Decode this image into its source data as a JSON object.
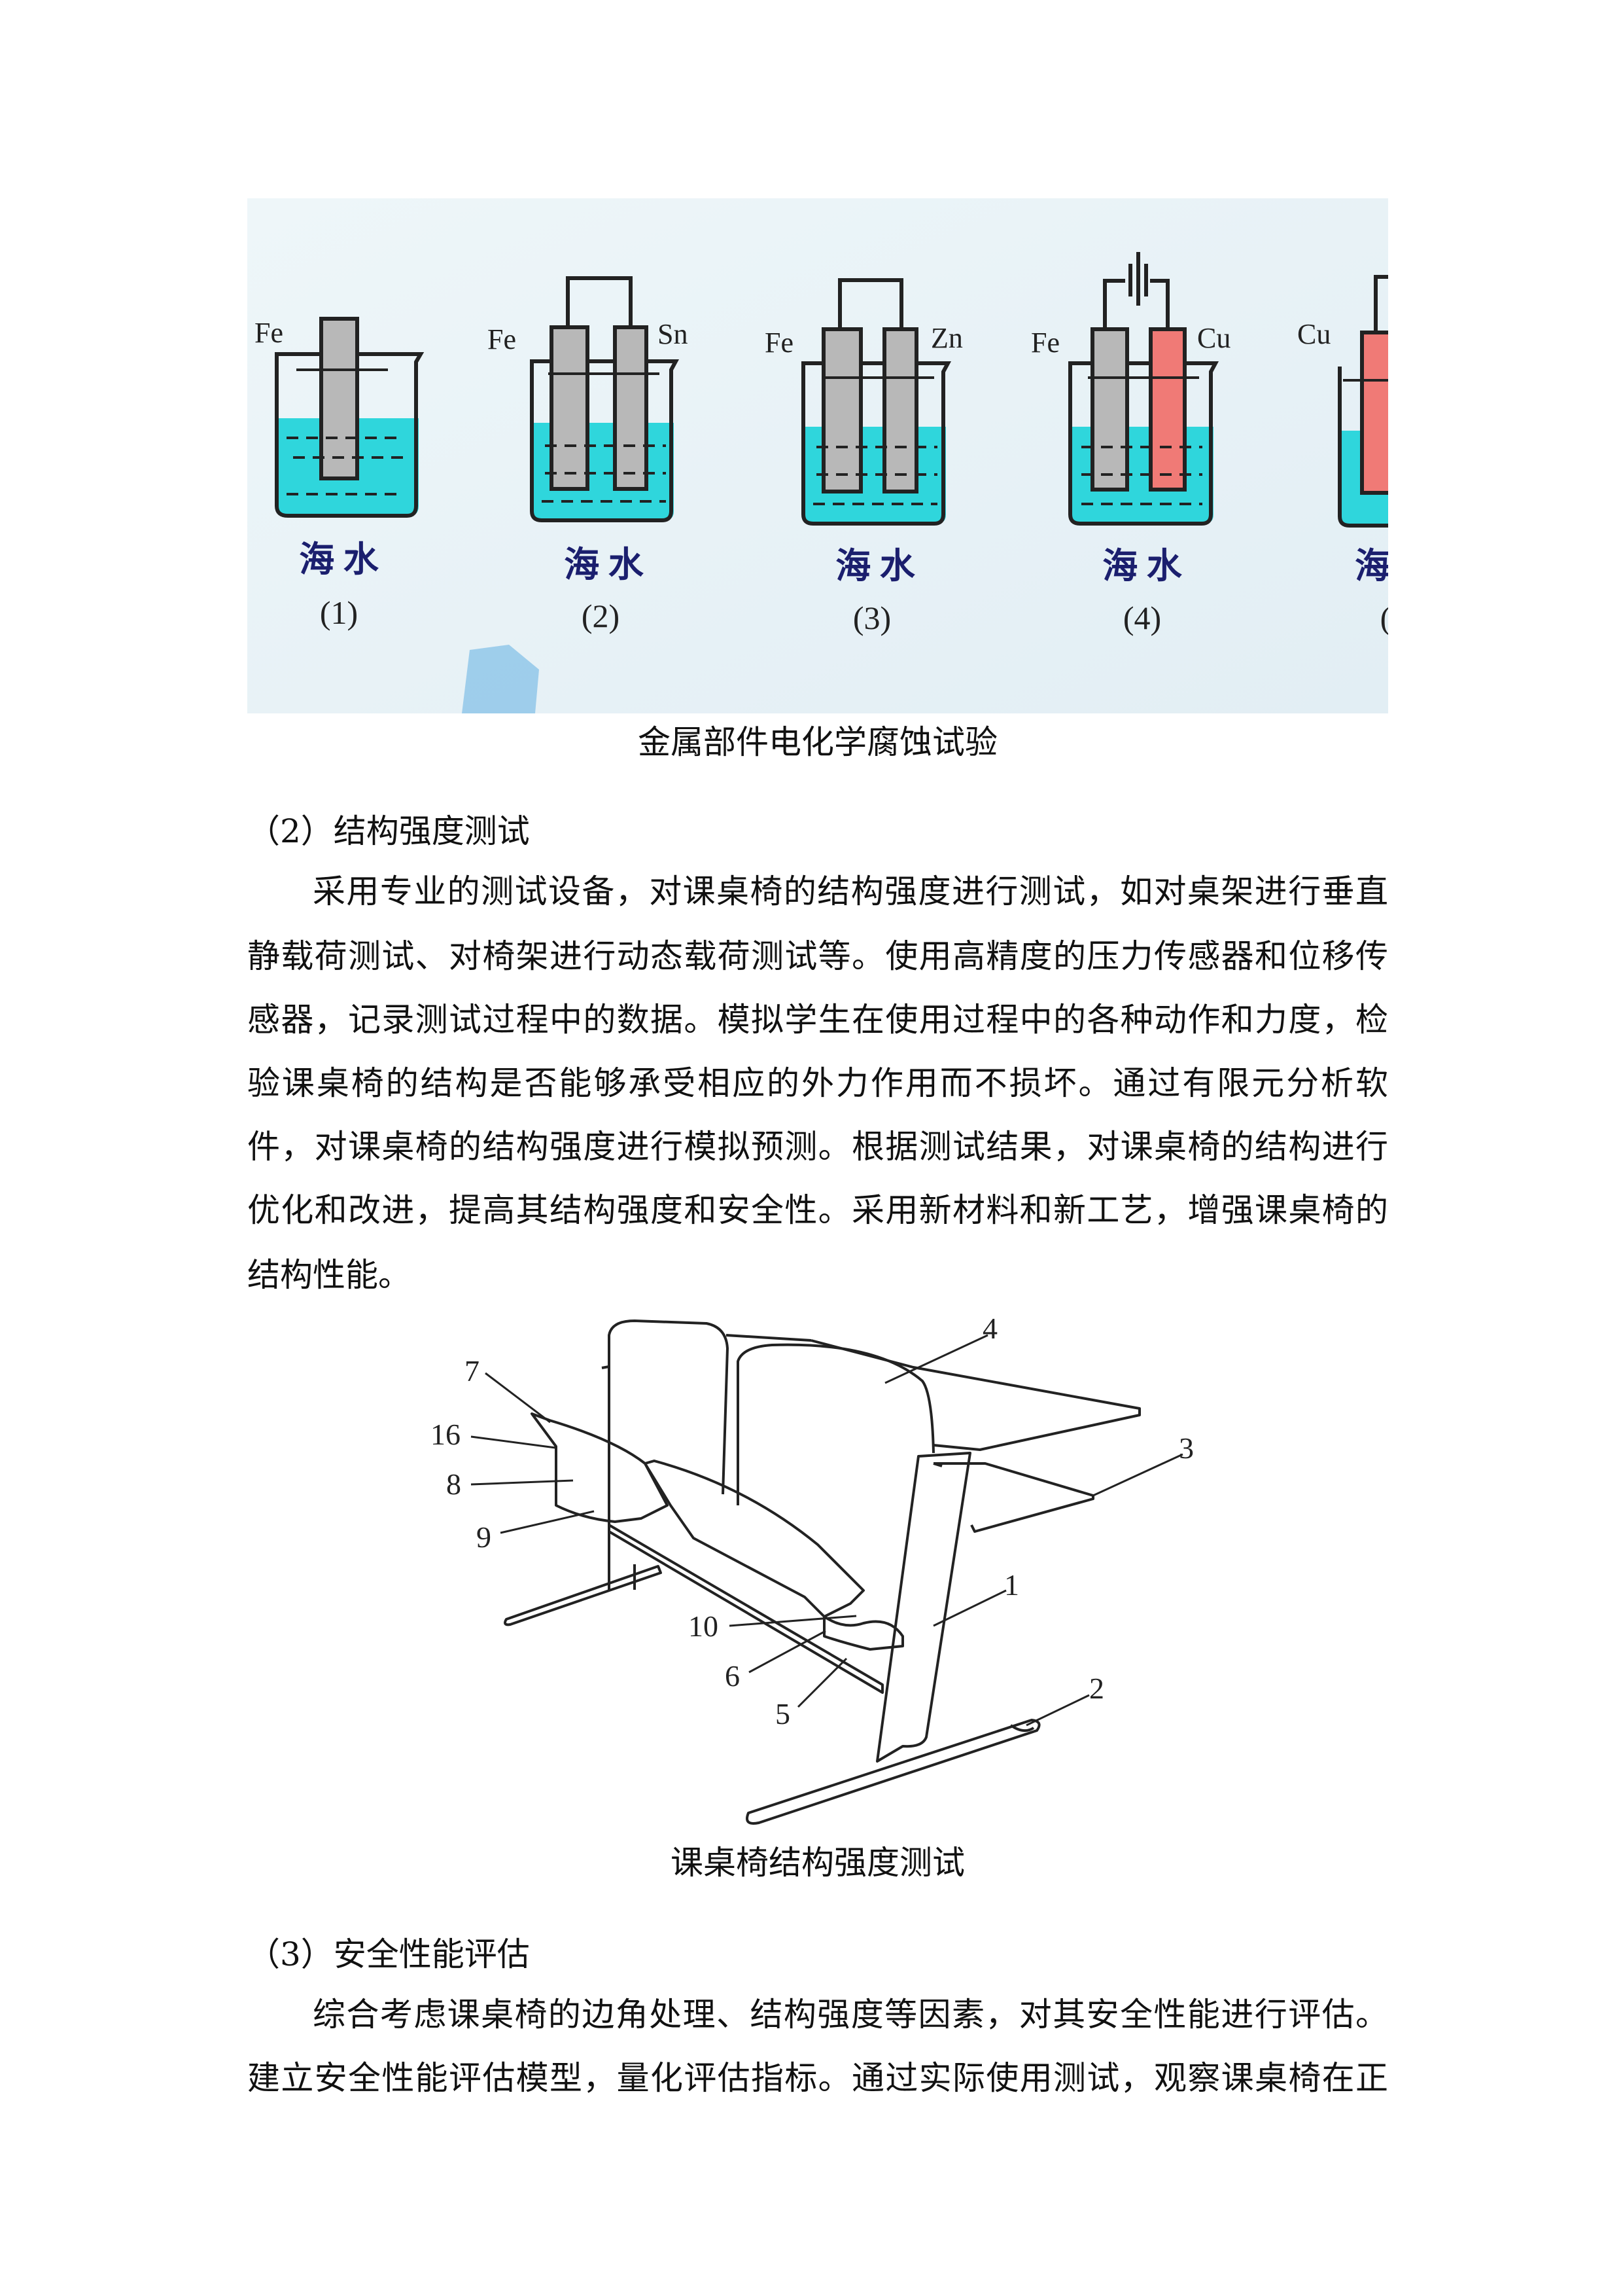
{
  "figure1": {
    "caption": "金属部件电化学腐蚀试验",
    "colors": {
      "water": "#2fd6dc",
      "iron": "#b8b8b8",
      "copper": "#f07a76",
      "background": "#eaf3f7",
      "text": "#1b1f6e"
    },
    "beakers": [
      {
        "left_label": "Fe",
        "right_label": "",
        "liquid": "海 水",
        "number": "(1)"
      },
      {
        "left_label": "Fe",
        "right_label": "Sn",
        "liquid": "海 水",
        "number": "(2)"
      },
      {
        "left_label": "Fe",
        "right_label": "Zn",
        "liquid": "海 水",
        "number": "(3)"
      },
      {
        "left_label": "Fe",
        "right_label": "Cu",
        "liquid": "海 水",
        "number": "(4)"
      },
      {
        "left_label": "Cu",
        "right_label": "",
        "liquid": "海",
        "number": "("
      }
    ]
  },
  "section2": {
    "heading": "（2）结构强度测试",
    "lines": [
      "采用专业的测试设备，对课桌椅的结构强度进行测试，如对桌架进行垂直",
      "静载荷测试、对椅架进行动态载荷测试等。使用高精度的压力传感器和位移传",
      "感器，记录测试过程中的数据。模拟学生在使用过程中的各种动作和力度，检",
      "验课桌椅的结构是否能够承受相应的外力作用而不损坏。通过有限元分析软",
      "件，对课桌椅的结构强度进行模拟预测。根据测试结果，对课桌椅的结构进行",
      "优化和改进，提高其结构强度和安全性。采用新材料和新工艺，增强课桌椅的",
      "结构性能。"
    ]
  },
  "figure2": {
    "caption": "课桌椅结构强度测试",
    "part_labels": [
      "4",
      "7",
      "16",
      "8",
      "9",
      "3",
      "1",
      "10",
      "6",
      "5",
      "2"
    ]
  },
  "section3": {
    "heading": "（3）安全性能评估",
    "lines": [
      "综合考虑课桌椅的边角处理、结构强度等因素，对其安全性能进行评估。",
      "建立安全性能评估模型，量化评估指标。通过实际使用测试，观察课桌椅在正"
    ]
  }
}
